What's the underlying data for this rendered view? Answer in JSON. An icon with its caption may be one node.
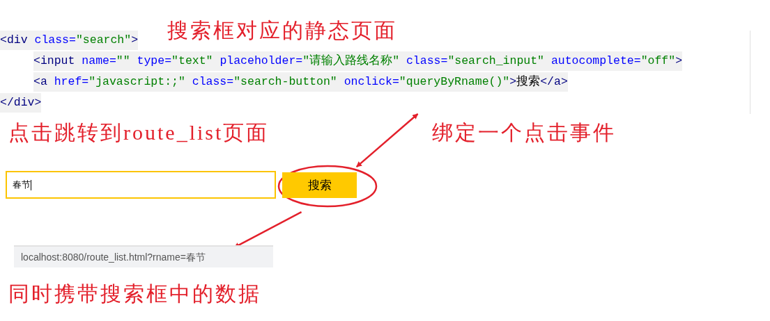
{
  "diagram": {
    "title": "搜索框对应的静态页面",
    "nodes": [
      {
        "text": [
          "<div class=\"search\">",
          "<input name=\"\" type=\"text\" placeholder=\"请输入路线名称\" class=\"search_input\" autocomplete=\"off\">",
          "<a href=\"javascript:;\" class=\"search-button\" onclick=\"queryByRname()\">搜索</a>",
          "</div>"
        ]
      },
      {
        "text": [
          "春节"
        ]
      },
      {
        "text": [],
        "shape": "circle"
      },
      {
        "text": [
          "搜索"
        ],
        "in": 2
      },
      {
        "text": [
          "localhost:8080/route_list.html?rname=春节"
        ]
      }
    ],
    "edges": [
      {
        "from": 0,
        "to": 2,
        "arrow": "both"
      },
      {
        "from": 2,
        "to": 4,
        "arrow": "to"
      }
    ],
    "labels": [
      "点击跳转到route_list页面",
      "绑定一个点击事件",
      "同时携带搜索框中的数据"
    ]
  }
}
